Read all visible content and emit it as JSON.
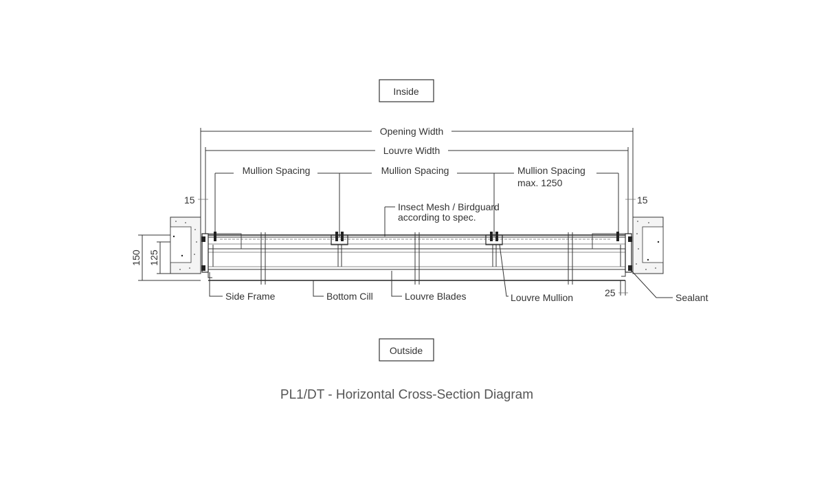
{
  "labels": {
    "inside": "Inside",
    "outside": "Outside",
    "opening_width": "Opening Width",
    "louvre_width": "Louvre Width",
    "mullion_spacing": "Mullion Spacing",
    "max_spacing": "max. 1250",
    "insect_mesh_line1": "Insect Mesh / Birdguard",
    "insect_mesh_line2": "according to spec.",
    "side_frame": "Side Frame",
    "bottom_cill": "Bottom Cill",
    "louvre_blades": "Louvre Blades",
    "louvre_mullion": "Louvre Mullion",
    "sealant": "Sealant"
  },
  "dimensions": {
    "left_gap": "15",
    "right_gap": "15",
    "height_150": "150",
    "height_125": "125",
    "cill_25": "25"
  },
  "caption": "PL1/DT - Horizontal Cross-Section Diagram"
}
